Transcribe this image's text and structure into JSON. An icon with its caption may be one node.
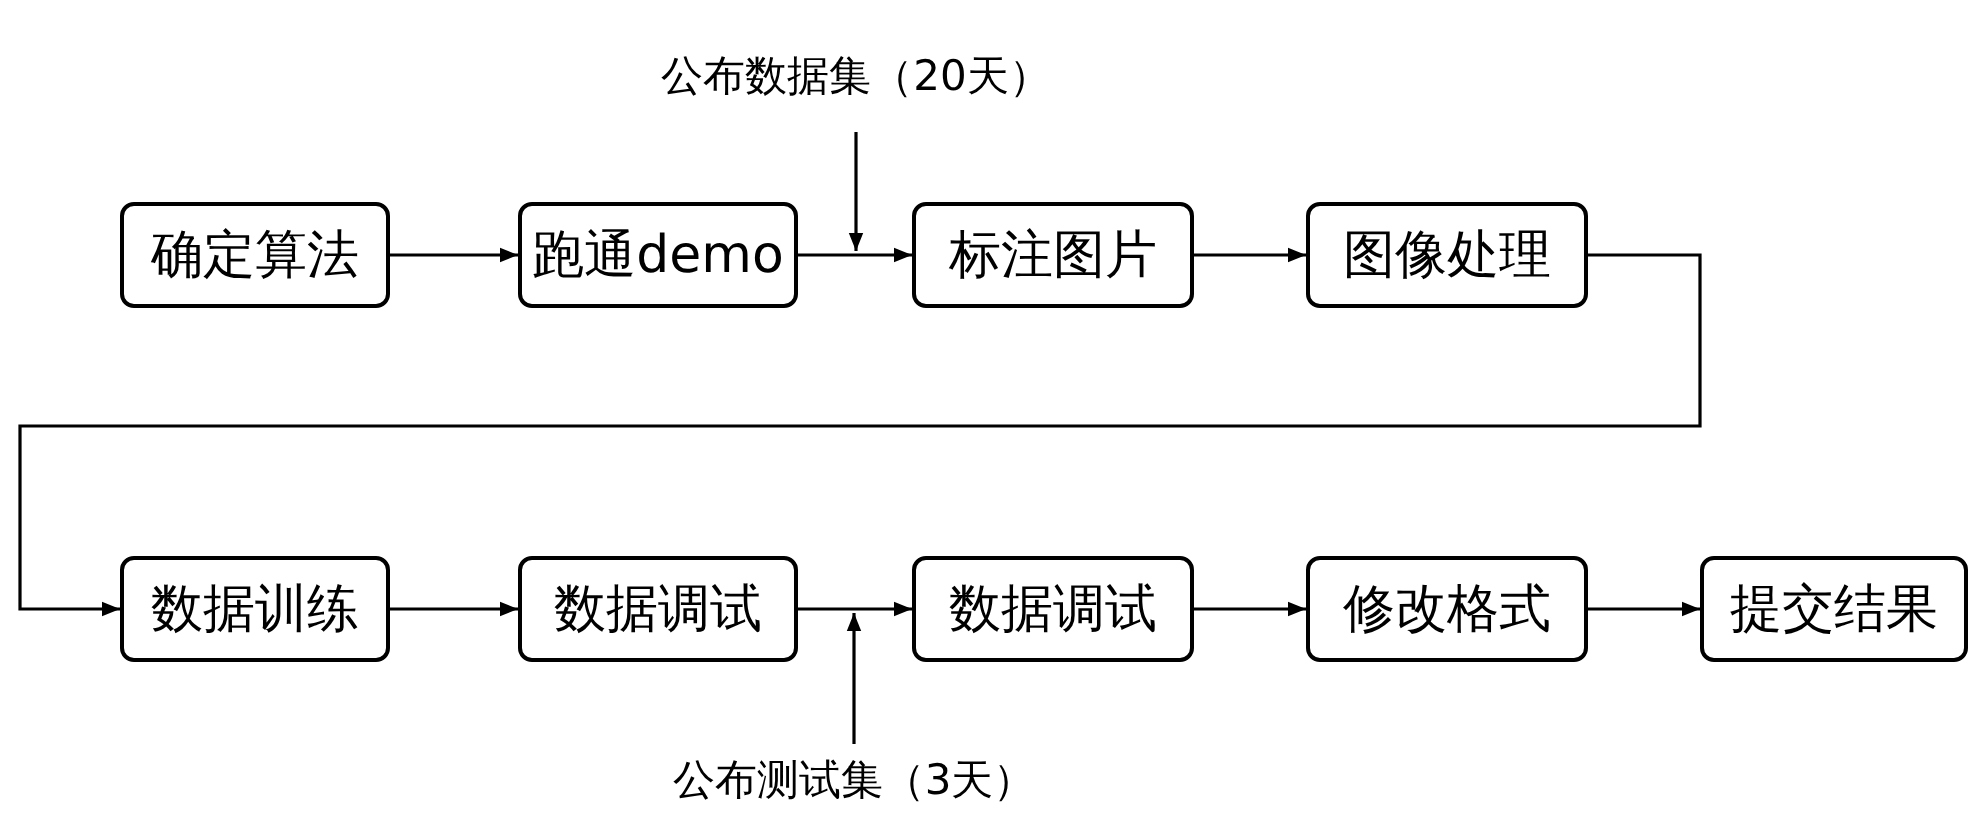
{
  "diagram": {
    "nodes": [
      {
        "text": [
          "确定算法"
        ]
      },
      {
        "text": [
          "跑通demo"
        ]
      },
      {
        "text": [
          "标注图片"
        ]
      },
      {
        "text": [
          "图像处理"
        ]
      },
      {
        "text": [
          "数据训练"
        ]
      },
      {
        "text": [
          "数据调试"
        ]
      },
      {
        "text": [
          "数据调试"
        ]
      },
      {
        "text": [
          "修改格式"
        ]
      },
      {
        "text": [
          "提交结果"
        ]
      },
      {
        "text": [
          "公布数据集（20天）"
        ]
      },
      {
        "text": [
          "公布测试集（3天）"
        ]
      }
    ],
    "edges": [
      {
        "from": 0,
        "to": 1,
        "arrow": "to"
      },
      {
        "from": 1,
        "to": 2,
        "arrow": "to"
      },
      {
        "from": 2,
        "to": 3,
        "arrow": "to"
      },
      {
        "from": 3,
        "to": 4,
        "arrow": "to"
      },
      {
        "from": 4,
        "to": 5,
        "arrow": "to"
      },
      {
        "from": 5,
        "to": 6,
        "arrow": "to"
      },
      {
        "from": 6,
        "to": 7,
        "arrow": "to"
      },
      {
        "from": 7,
        "to": 8,
        "arrow": "to"
      },
      {
        "from": 9,
        "to": null,
        "arrow": "to"
      },
      {
        "from": 10,
        "to": null,
        "arrow": "to"
      }
    ]
  }
}
